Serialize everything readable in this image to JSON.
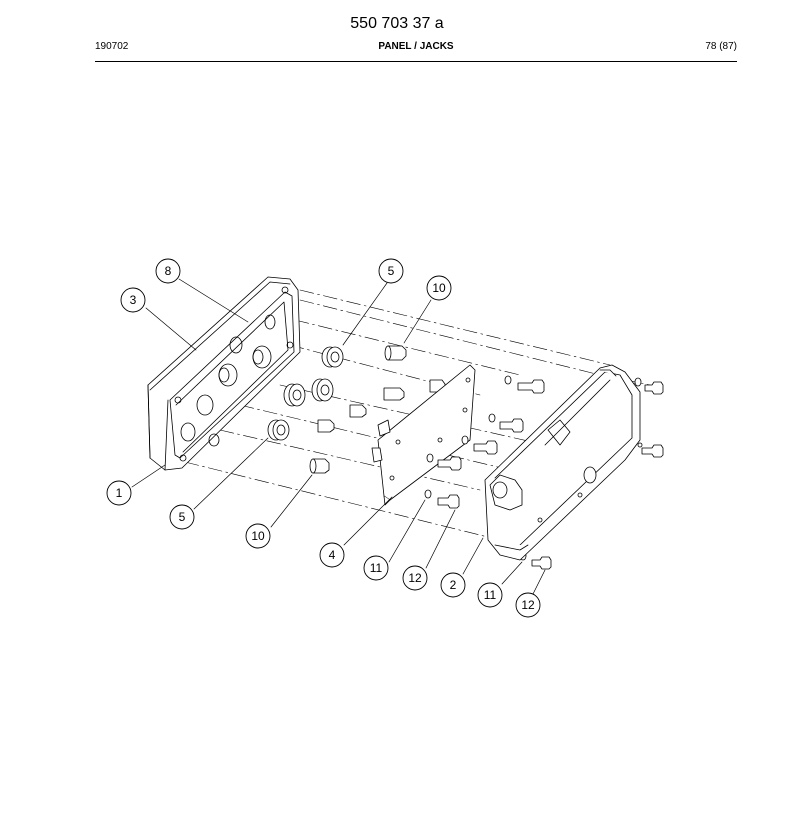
{
  "header": {
    "doc_number": "550 703 37 a",
    "date_code": "190702",
    "title": "PANEL / JACKS",
    "page": "78 (87)"
  },
  "callouts": [
    {
      "id": "c8",
      "label": "8"
    },
    {
      "id": "c3",
      "label": "3"
    },
    {
      "id": "c5a",
      "label": "5"
    },
    {
      "id": "c10a",
      "label": "10"
    },
    {
      "id": "c1",
      "label": "1"
    },
    {
      "id": "c5b",
      "label": "5"
    },
    {
      "id": "c10b",
      "label": "10"
    },
    {
      "id": "c4",
      "label": "4"
    },
    {
      "id": "c11a",
      "label": "11"
    },
    {
      "id": "c12a",
      "label": "12"
    },
    {
      "id": "c2",
      "label": "2"
    },
    {
      "id": "c11b",
      "label": "11"
    },
    {
      "id": "c12b",
      "label": "12"
    }
  ]
}
